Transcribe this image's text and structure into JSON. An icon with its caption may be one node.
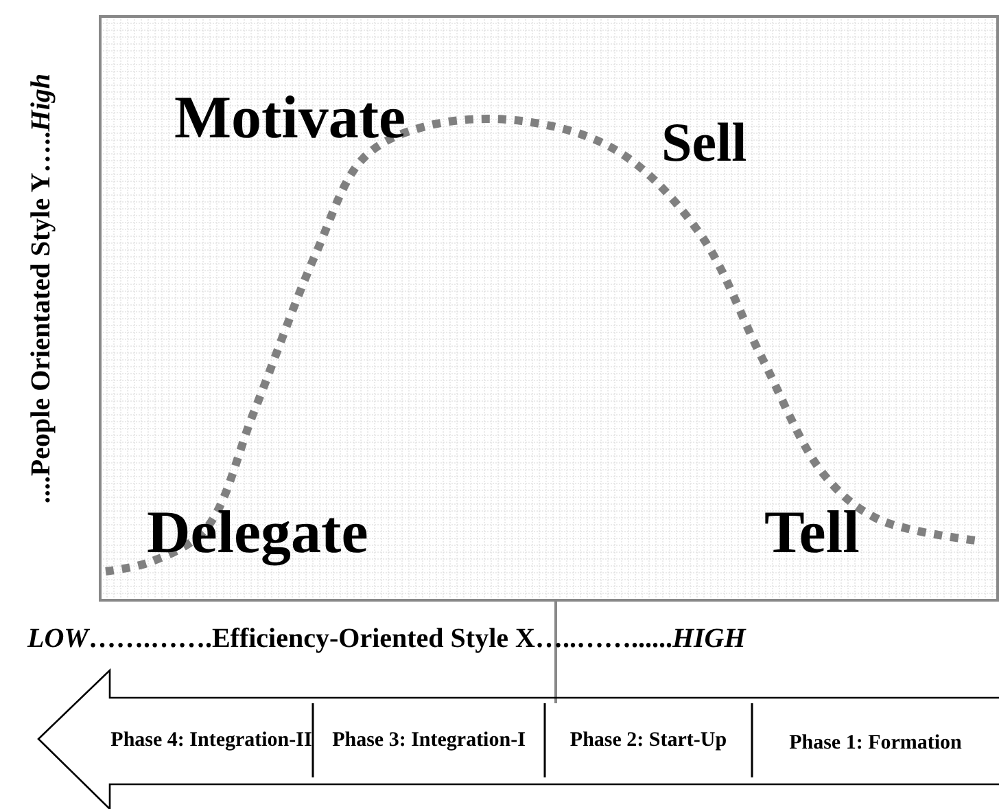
{
  "diagram": {
    "nodes": [
      {
        "text": [
          "Phase 4: Integration-II"
        ]
      },
      {
        "text": [
          "Phase 3: Integration-I"
        ]
      },
      {
        "text": [
          "Phase 2: Start-Up"
        ]
      },
      {
        "text": [
          "Phase 1: Formation"
        ]
      }
    ],
    "labels": [
      "Motivate",
      "Sell",
      "Delegate",
      "Tell",
      "....People Orientated Style Y…..*High*",
      "*LOW*…….…….Efficiency-Oriented Style X…..……......*HIGH*"
    ]
  }
}
